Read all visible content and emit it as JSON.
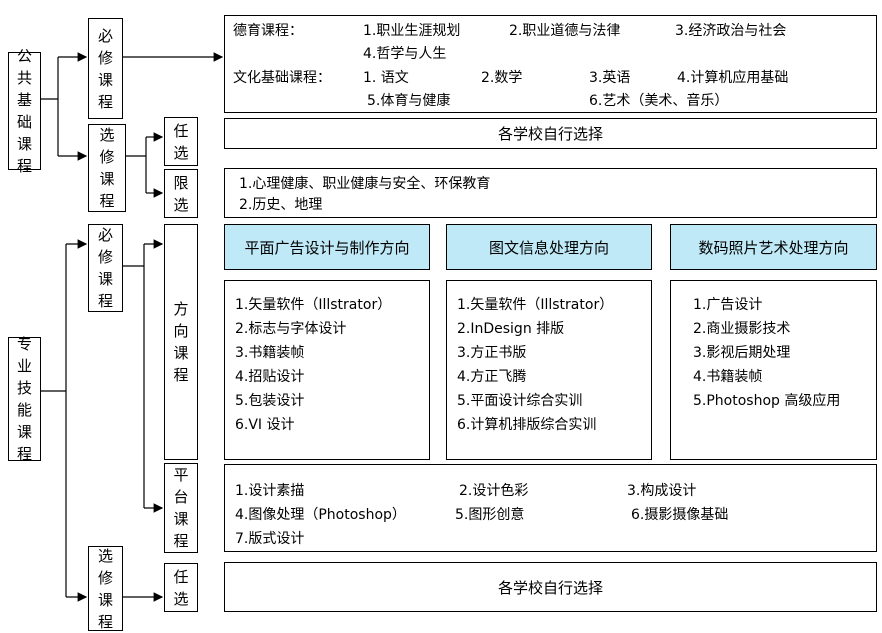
{
  "left": {
    "public_basic": [
      "公",
      "共",
      "基",
      "础",
      "课",
      "程"
    ],
    "professional": [
      "专",
      "业",
      "技",
      "能",
      "课",
      "程"
    ],
    "required": [
      "必",
      "修",
      "课",
      "程"
    ],
    "elective": [
      "选",
      "修",
      "课",
      "程"
    ],
    "optional": [
      "任",
      "选"
    ],
    "limited": [
      "限",
      "选"
    ],
    "direction": [
      "方",
      "向",
      "课",
      "程"
    ],
    "platform": [
      "平",
      "台",
      "课",
      "程"
    ]
  },
  "public_required": {
    "moral_label": "德育课程：",
    "moral_items": [
      "1.职业生涯规划",
      "2.职业道德与法律",
      "3.经济政治与社会",
      "4.哲学与人生"
    ],
    "culture_label": "文化基础课程：",
    "culture_items": [
      "1. 语文",
      "2.数学",
      "3.英语",
      "4.计算机应用基础",
      "5.体育与健康",
      "6.艺术（美术、音乐）"
    ]
  },
  "public_optional": "各学校自行选择",
  "public_limited": [
    "1.心理健康、职业健康与安全、环保教育",
    "2.历史、地理"
  ],
  "directions": [
    {
      "title": "平面广告设计与制作方向",
      "items": [
        "1.矢量软件（Illstrator）",
        "2.标志与字体设计",
        "3.书籍装帧",
        "4.招贴设计",
        "5.包装设计",
        "6.VI 设计"
      ]
    },
    {
      "title": "图文信息处理方向",
      "items": [
        "1.矢量软件（Illstrator）",
        "2.InDesign 排版",
        "3.方正书版",
        "4.方正飞腾",
        "5.平面设计综合实训",
        "6.计算机排版综合实训"
      ]
    },
    {
      "title": "数码照片艺术处理方向",
      "items": [
        "1.广告设计",
        "2.商业摄影技术",
        "3.影视后期处理",
        "4.书籍装帧",
        "5.Photoshop 高级应用"
      ]
    }
  ],
  "platform_items": [
    "1.设计素描",
    "2.设计色彩",
    "3.构成设计",
    "4.图像处理（Photoshop）",
    "5.图形创意",
    "6.摄影摄像基础",
    "7.版式设计"
  ],
  "professional_optional": "各学校自行选择",
  "colors": {
    "header_fill": "#bfe9f7",
    "line": "#000000"
  }
}
